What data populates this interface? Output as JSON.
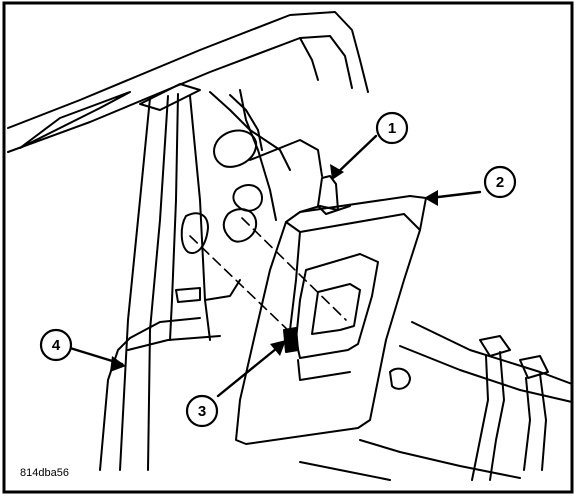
{
  "figure": {
    "callouts": [
      "1",
      "2",
      "3",
      "4"
    ],
    "figure_code": "814dba56"
  }
}
